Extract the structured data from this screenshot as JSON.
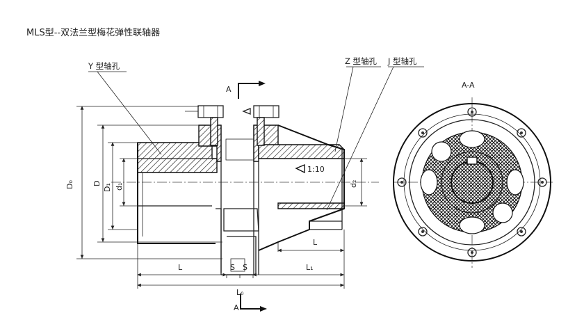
{
  "title": "MLS型--双法兰型梅花弹性联轴器",
  "callouts": {
    "y_shaft": "Y 型轴孔",
    "z_shaft": "Z 型轴孔",
    "j_shaft": "J 型轴孔"
  },
  "section": {
    "view_label": "A-A",
    "arrow_top": "A",
    "arrow_bottom": "A"
  },
  "taper": "1:10",
  "dimensions": {
    "D0": "D₀",
    "D": "D",
    "D1": "D₁",
    "d1": "d₁",
    "d2": "d₂",
    "L_left": "L",
    "S1": "S",
    "S2": "S",
    "L1": "L₁",
    "L0": "L₀",
    "L_right": "L"
  }
}
